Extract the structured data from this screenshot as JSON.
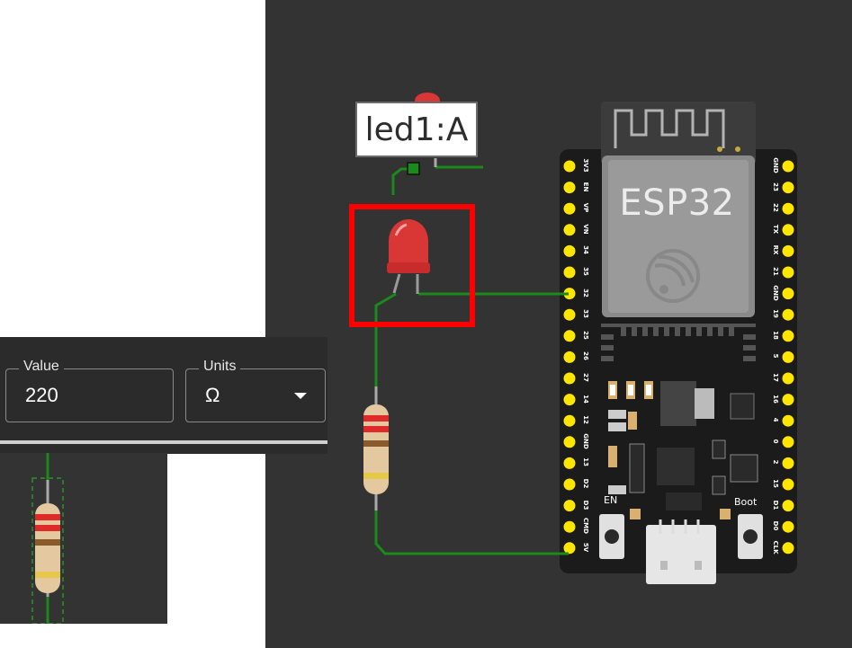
{
  "tooltip": {
    "text": "led1:A"
  },
  "board": {
    "title": "ESP32",
    "left_pins": [
      "3V3",
      "EN",
      "VP",
      "VN",
      "34",
      "35",
      "32",
      "33",
      "25",
      "26",
      "27",
      "14",
      "12",
      "GND",
      "13",
      "D2",
      "D3",
      "CMD",
      "5V"
    ],
    "right_pins": [
      "GND",
      "23",
      "22",
      "TX",
      "RX",
      "21",
      "GND",
      "19",
      "18",
      "5",
      "17",
      "16",
      "4",
      "0",
      "2",
      "15",
      "D1",
      "D0",
      "CLK"
    ],
    "button_en": "EN",
    "button_boot": "Boot"
  },
  "panel": {
    "value_label": "Value",
    "value": "220",
    "units_label": "Units",
    "units": "Ω"
  },
  "colors": {
    "canvas": "#333333",
    "wire": "#1a8a1a",
    "highlight": "#ff0000",
    "led": "#d93636",
    "pin": "#ffe600",
    "board": "#1b1b1b"
  }
}
